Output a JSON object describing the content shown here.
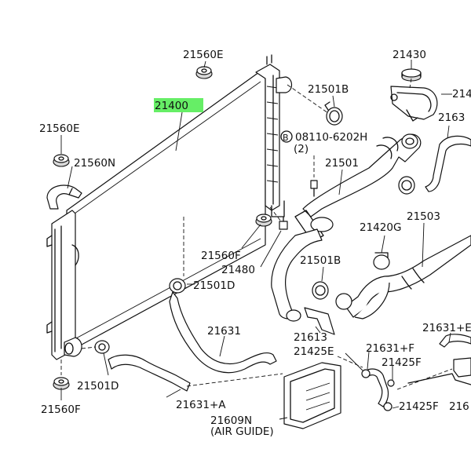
{
  "highlight_color": "#66ee66",
  "labels": {
    "radiator": "21400",
    "mount_top": "21560E",
    "mount_left_top": "21560E",
    "bracket_left": "21560N",
    "mount_right_lower": "21560F",
    "mount_bottom_left": "21560F",
    "drain_plug": "21480",
    "clamp_upper": "21501B",
    "clamp_lower_mid": "21501B",
    "clamp_upper_left": "21501D",
    "clamp_lower_left": "21501D",
    "upper_hose": "21501",
    "lower_hose": "21503",
    "cap": "21430",
    "thermostat_housing_partial": "214",
    "hose_upper_right_partial": "2163",
    "bolt": "08110-6202H",
    "bolt_qty": "(2)",
    "bolt_marker": "B",
    "hose_21631": "21631",
    "hose_21631a": "21631+A",
    "hose_21631f": "21631+F",
    "hose_21631e_partial": "21631+E",
    "bracket_21613": "21613",
    "clip_21425e": "21425E",
    "clip_21425f_1": "21425F",
    "clip_21425f_2": "21425F",
    "air_guide": "21609N",
    "air_guide_note": "(AIR GUIDE)",
    "part_21420g": "21420G",
    "partial_right_bottom": "216"
  }
}
